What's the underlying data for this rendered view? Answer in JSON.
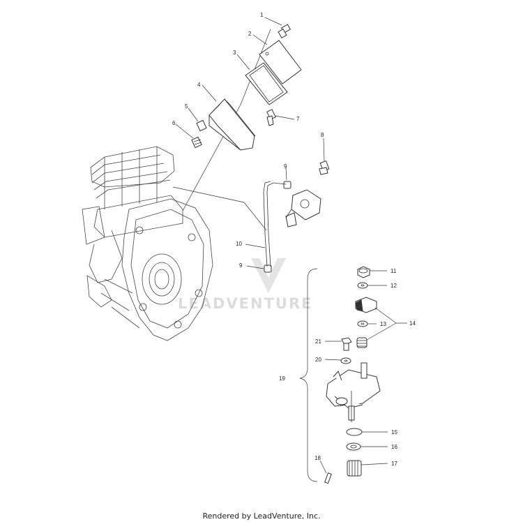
{
  "watermark": "LEADVENTURE",
  "footer": "Rendered by LeadVenture, Inc.",
  "callouts": {
    "p1": "1",
    "p2": "2",
    "p3": "3",
    "p4": "4",
    "p5": "5",
    "p6": "6",
    "p7": "7",
    "p8": "8",
    "p9a": "9",
    "p9b": "9",
    "p10": "10",
    "p11": "11",
    "p12": "12",
    "p13": "13",
    "p14": "14",
    "p15": "15",
    "p16": "16",
    "p17": "17",
    "p18": "18",
    "p19": "19",
    "p20": "20",
    "p21": "21"
  }
}
